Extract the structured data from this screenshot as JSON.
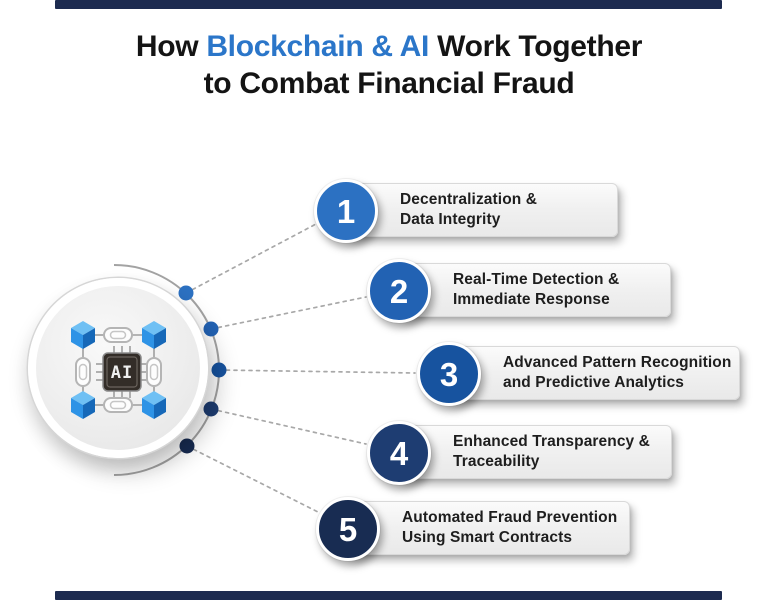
{
  "page": {
    "background": "#ffffff",
    "accent_bar_color": "#1d2b50"
  },
  "title": {
    "prefix": "How ",
    "highlight": "Blockchain & AI",
    "suffix": " Work Together",
    "line2": "to Combat Financial Fraud",
    "highlight_color": "#2b76c9",
    "text_color": "#141414"
  },
  "illustration": {
    "ai_label": "AI",
    "cube_color_top": "#6fc0f4",
    "cube_color_left": "#2e93e6",
    "cube_color_right": "#1668b8",
    "chip_color": "#332d28",
    "arc_color": "#a3a3a3",
    "connector_color": "#a8a8a8"
  },
  "items": [
    {
      "number": "1",
      "line1": "Decentralization &",
      "line2": "Data Integrity",
      "circle_color": "#2c71c2"
    },
    {
      "number": "2",
      "line1": "Real-Time Detection &",
      "line2": "Immediate Response",
      "circle_color": "#2262b3"
    },
    {
      "number": "3",
      "line1": "Advanced Pattern Recognition",
      "line2": "and Predictive Analytics",
      "circle_color": "#17539f"
    },
    {
      "number": "4",
      "line1": "Enhanced Transparency &",
      "line2": "Traceability",
      "circle_color": "#1e3d72"
    },
    {
      "number": "5",
      "line1": "Automated Fraud Prevention",
      "line2": "Using Smart Contracts",
      "circle_color": "#182c52"
    }
  ]
}
